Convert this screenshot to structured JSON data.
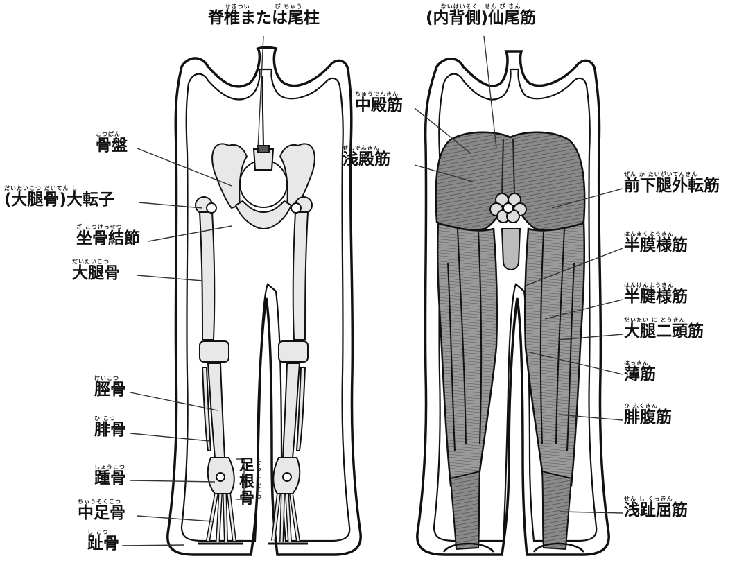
{
  "labels": {
    "spine": {
      "text": "脊椎または尾柱",
      "ruby": "せきつい　　　　び ちゅう"
    },
    "pelvis": {
      "text": "骨盤",
      "ruby": "こつばん"
    },
    "greater_trochanter": {
      "text": "(大腿骨)大転子",
      "ruby": "だいたいこつ だいてん し"
    },
    "ischial_tuberosity": {
      "text": "坐骨結節",
      "ruby": "ざ こつけっせつ"
    },
    "femur": {
      "text": "大腿骨",
      "ruby": "だいたいこつ"
    },
    "tibia": {
      "text": "脛骨",
      "ruby": "けいこつ"
    },
    "fibula": {
      "text": "腓骨",
      "ruby": "ひ こつ"
    },
    "calcaneus": {
      "text": "踵骨",
      "ruby": "しょうこつ"
    },
    "metatarsals": {
      "text": "中足骨",
      "ruby": "ちゅうそくこつ"
    },
    "phalanges": {
      "text": "趾骨",
      "ruby": "し こつ"
    },
    "tarsals": {
      "text": "足根骨",
      "ruby": "そっこんこつ"
    },
    "sacrocaudal": {
      "text": "(内背側)仙尾筋",
      "ruby": "ないはいそく　せん び きん"
    },
    "gluteus_medius": {
      "text": "中殿筋",
      "ruby": "ちゅうでんきん"
    },
    "gluteus_superficialis": {
      "text": "浅殿筋",
      "ruby": "せんでんきん"
    },
    "abductor_cruris": {
      "text": "前下腿外転筋",
      "ruby": "ぜん か たいがいてんきん"
    },
    "semimembranosus": {
      "text": "半膜様筋",
      "ruby": "はんまくようきん"
    },
    "semitendinosus": {
      "text": "半腱様筋",
      "ruby": "はんけんようきん"
    },
    "biceps_femoris": {
      "text": "大腿二頭筋",
      "ruby": "だいたい に とうきん"
    },
    "gracilis": {
      "text": "薄筋",
      "ruby": "はっきん"
    },
    "gastrocnemius": {
      "text": "腓腹筋",
      "ruby": "ひ ふくきん"
    },
    "superficial_digital_flexor": {
      "text": "浅趾屈筋",
      "ruby": "せん し くっきん"
    }
  },
  "colors": {
    "ink": "#111111",
    "bone": "#e6e6e6",
    "muscle_dark": "#3a3a3a",
    "muscle_mid": "#6e6e6e",
    "muscle_light": "#a8a8a8"
  }
}
